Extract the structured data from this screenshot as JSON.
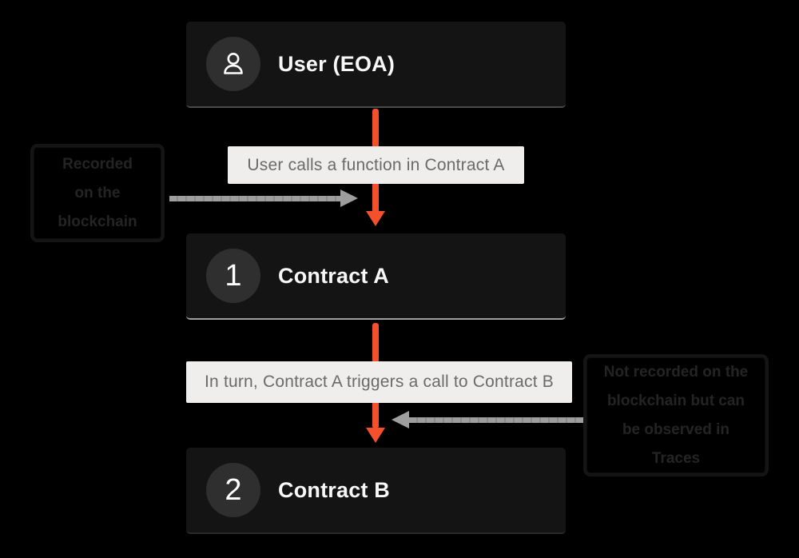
{
  "colors": {
    "background": "#000000",
    "node-bg": "#141414",
    "node-title": "#f7f7f7",
    "badge-bg": "#2f2f2f",
    "accent-orange": "#f4502c",
    "label-bg": "#efeeec",
    "label-text": "#6b6b6b",
    "gray-arrow": "#9e9e9e",
    "annotation-border": "#151515",
    "annotation-text": "#242424"
  },
  "nodes": [
    {
      "title": "User (EOA)",
      "badge": ""
    },
    {
      "title": "Contract A",
      "badge": "1"
    },
    {
      "title": "Contract B",
      "badge": "2"
    }
  ],
  "edges": [
    {
      "label": "User calls a function in Contract A"
    },
    {
      "label": "In turn, Contract A triggers a call to Contract B"
    }
  ],
  "annotations": {
    "left": {
      "lines": [
        "Recorded",
        "on the",
        "blockchain"
      ]
    },
    "right": {
      "lines": [
        "Not recorded on the",
        "blockchain but can",
        "be observed in",
        "Traces"
      ]
    }
  }
}
